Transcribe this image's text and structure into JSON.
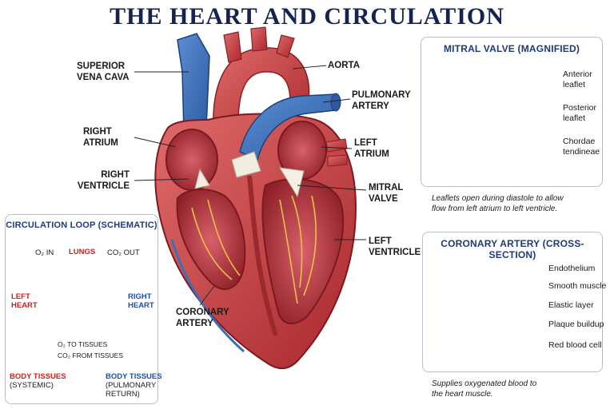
{
  "title": "THE HEART AND CIRCULATION",
  "heart_labels": {
    "superior_vena_cava": [
      "SUPERIOR",
      "VENA CAVA"
    ],
    "aorta": [
      "AORTA"
    ],
    "pulmonary_artery": [
      "PULMONARY",
      "ARTERY"
    ],
    "right_atrium": [
      "RIGHT",
      "ATRIUM"
    ],
    "left_atrium": [
      "LEFT",
      "ATRIUM"
    ],
    "right_ventricle": [
      "RIGHT",
      "VENTRICLE"
    ],
    "mitral_valve": [
      "MITRAL",
      "VALVE"
    ],
    "left_ventricle": [
      "LEFT",
      "VENTRICLE"
    ],
    "coronary_artery": [
      "CORONARY",
      "ARTERY"
    ]
  },
  "mitral_panel": {
    "title": "MITRAL VALVE (MAGNIFIED)",
    "callouts": [
      [
        "Anterior",
        "leaflet"
      ],
      [
        "Posterior",
        "leaflet"
      ],
      [
        "Chordae",
        "tendineae"
      ]
    ],
    "caption": [
      "Leaflets open during diastole to allow",
      "flow from left atrium to left ventricle."
    ]
  },
  "coronary_panel": {
    "title": "CORONARY ARTERY (CROSS-SECTION)",
    "callouts": [
      "Endothelium",
      "Smooth muscle",
      "Elastic layer",
      "Plaque buildup",
      "Red blood cell"
    ],
    "caption": [
      "Supplies oxygenated blood to",
      "the heart muscle."
    ]
  },
  "loop_panel": {
    "title": "CIRCULATION LOOP (SCHEMATIC)",
    "lungs": "LUNGS",
    "o2_in": "O₂ IN",
    "co2_out": "CO₂ OUT",
    "left_heart": [
      "LEFT",
      "HEART"
    ],
    "right_heart": [
      "RIGHT",
      "HEART"
    ],
    "o2_to_tissues": "O₂ TO TISSUES",
    "co2_from_tissues": "CO₂ FROM TISSUES",
    "body_systemic": [
      "BODY TISSUES",
      "(SYSTEMIC)"
    ],
    "body_pulmonary": [
      "BODY TISSUES",
      "(PULMONARY",
      "RETURN)"
    ]
  },
  "colors": {
    "title": "#14234f",
    "panel_title": "#1f3a7a",
    "oxygenated": "#d21d1d",
    "deoxygenated": "#1e4fa8",
    "muscle": "#c94b4b",
    "vessel_blue": "#3d6fb8"
  }
}
